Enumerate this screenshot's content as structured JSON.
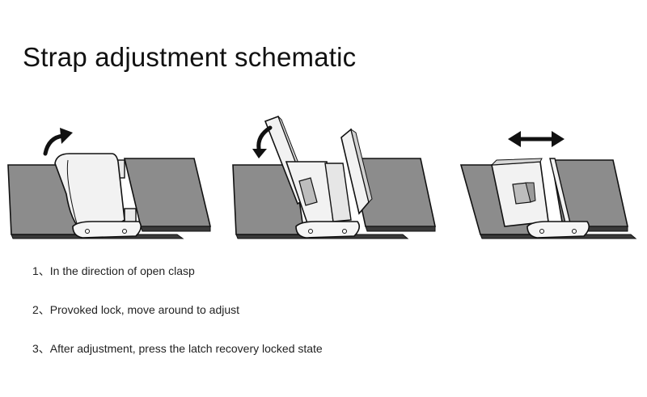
{
  "title": "Strap adjustment schematic",
  "colors": {
    "strap": "#8c8c8c",
    "outline": "#111111",
    "clasp": "#f2f2f2",
    "arrow": "#111111"
  },
  "steps": [
    "1、In the direction of open clasp",
    "2、Provoked lock, move around to adjust",
    "3、After adjustment, press the latch recovery locked state"
  ]
}
